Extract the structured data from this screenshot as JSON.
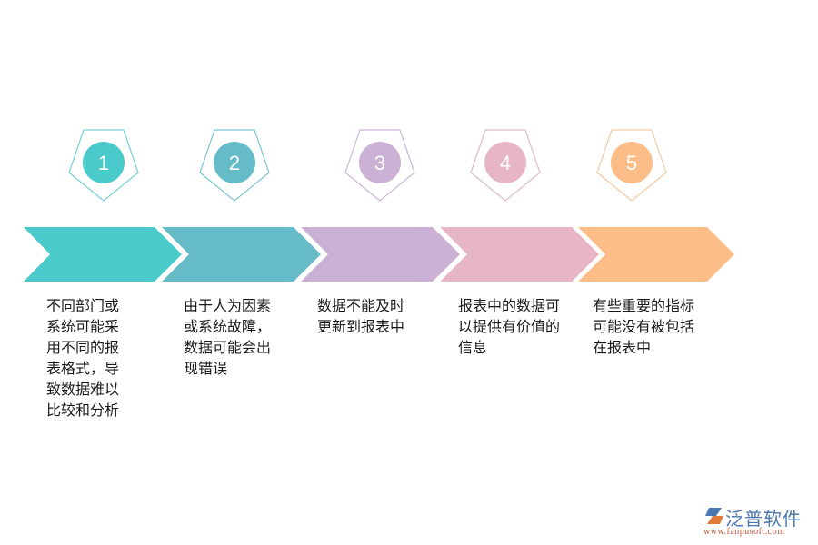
{
  "steps": [
    {
      "number": "1",
      "color": "#4ACACA",
      "outline": "#7ACFD8",
      "text_lines": [
        "不同部门或",
        "系统可能采",
        "用不同的报",
        "表格式，导",
        "致数据难以",
        "比较和分析"
      ]
    },
    {
      "number": "2",
      "color": "#65BBC8",
      "outline": "#7EC4D0",
      "text_lines": [
        "由于人为因素",
        "或系统故障，",
        "数据可能会出",
        "现错误"
      ]
    },
    {
      "number": "3",
      "color": "#CBB1D6",
      "outline": "#CDB6D8",
      "text_lines": [
        "数据不能及时",
        "更新到报表中"
      ]
    },
    {
      "number": "4",
      "color": "#E6B6C6",
      "outline": "#DDBACB",
      "text_lines": [
        "报表中的数据可",
        "以提供有价值的",
        "信息"
      ]
    },
    {
      "number": "5",
      "color": "#FDBD89",
      "outline": "#F3C9A3",
      "text_lines": [
        "有些重要的指标",
        "可能没有被包括",
        "在报表中"
      ]
    }
  ],
  "logo": {
    "brand": "泛普软件",
    "url": "www.fanpusoft.com",
    "icon": "fanpu-logo-icon"
  }
}
